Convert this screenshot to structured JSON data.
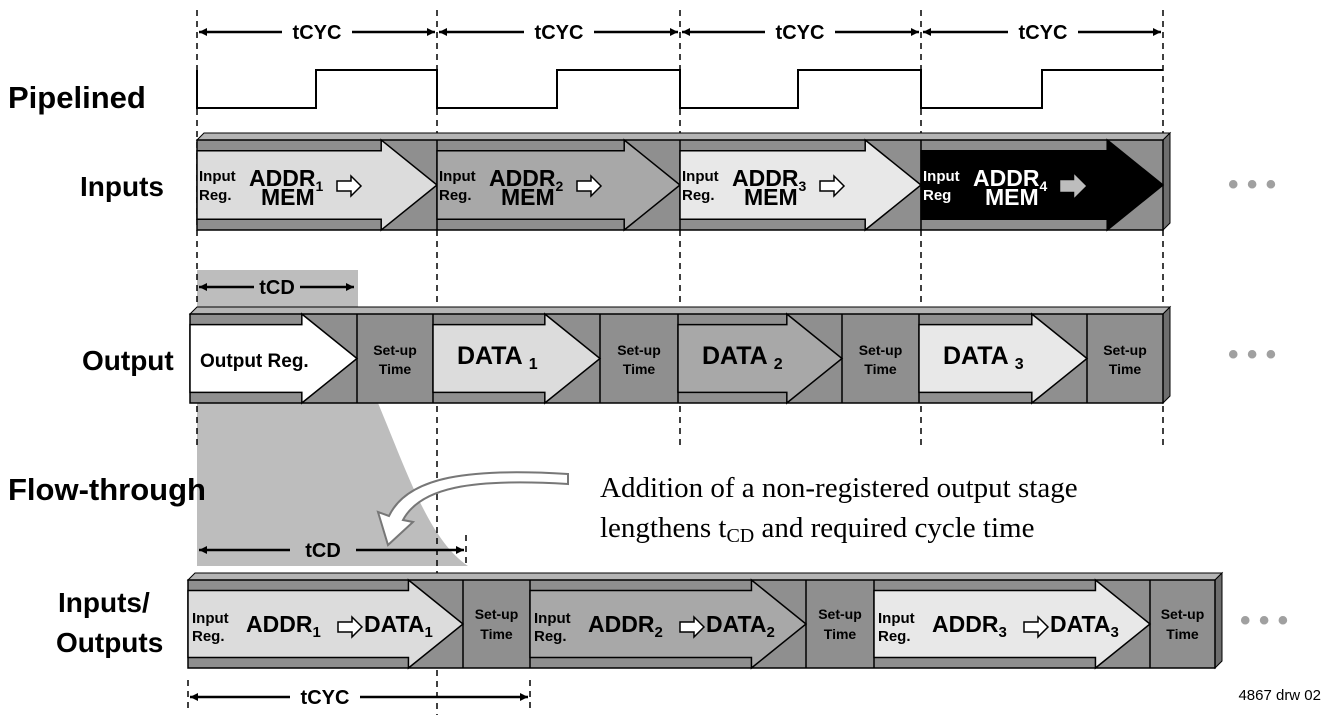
{
  "labels": {
    "pipelined": "Pipelined",
    "inputs": "Inputs",
    "output": "Output",
    "flow_through": "Flow-through",
    "inputs_outputs_line1": "Inputs/",
    "inputs_outputs_line2": "Outputs"
  },
  "timing": {
    "t_cyc": "tCYC",
    "t_cd": "tCD"
  },
  "stage": {
    "input_reg_line1": "Input",
    "input_reg_line2": "Reg.",
    "input_reg_line2_last": "Reg",
    "mem": "MEM",
    "addr": "ADDR",
    "data": "DATA",
    "setup_line1": "Set-up",
    "setup_line2": "Time",
    "output_reg": "Output  Reg.",
    "arrow_glyph": "⇨"
  },
  "pipelined_inputs": [
    {
      "addr_sub": "1"
    },
    {
      "addr_sub": "2"
    },
    {
      "addr_sub": "3"
    },
    {
      "addr_sub": "4"
    }
  ],
  "pipelined_outputs": [
    {
      "data_sub": "1"
    },
    {
      "data_sub": "2"
    },
    {
      "data_sub": "3"
    }
  ],
  "flowthrough_stages": [
    {
      "addr_sub": "1",
      "data_sub": "1"
    },
    {
      "addr_sub": "2",
      "data_sub": "2"
    },
    {
      "addr_sub": "3",
      "data_sub": "3"
    }
  ],
  "annotation": {
    "line1": "Addition of a non-registered output stage",
    "line2_pre": "lengthens t",
    "line2_sub": "CD",
    "line2_post": " and required cycle time"
  },
  "ellipsis": "• • •",
  "figure_id": "4867 drw 02",
  "colors": {
    "band": "#8f8f8f",
    "band_top": "#b4b4b4",
    "band_side": "#6e6e6e",
    "arrow_light": "#dcdcdc",
    "arrow_mid": "#a8a8a8",
    "arrow_pale": "#e8e8e8",
    "arrow_dark": "#000000",
    "shadow": "#bdbdbd"
  }
}
